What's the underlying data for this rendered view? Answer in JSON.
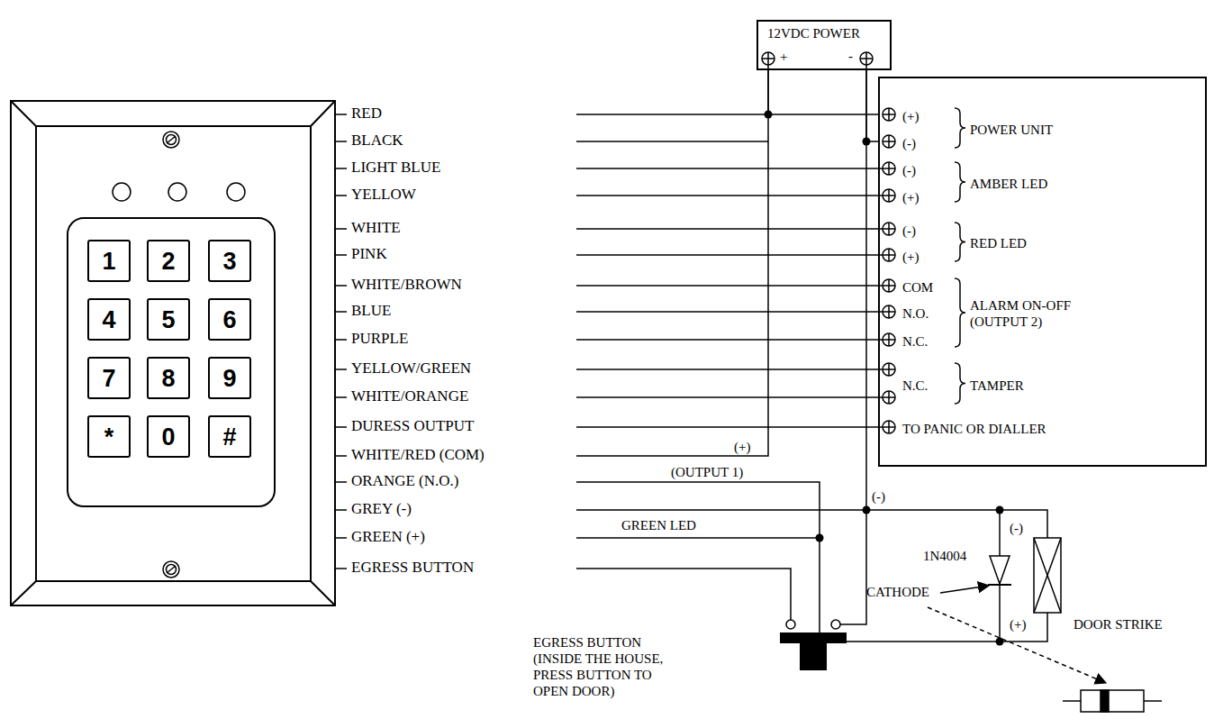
{
  "diagram": {
    "nodes": [
      {
        "text": [
          "12VDC POWER",
          "+",
          "-"
        ]
      },
      {
        "text": [
          "(+)",
          "(-)",
          "POWER UNIT",
          "(-)",
          "(+)",
          "AMBER LED",
          "(-)",
          "(+)",
          "RED LED",
          "COM",
          "N.O.",
          "N.C.",
          "ALARM ON-OFF (OUTPUT 2)",
          "N.C.",
          "TAMPER",
          "TO PANIC OR DIALLER"
        ]
      },
      {
        "text": [
          "1"
        ]
      },
      {
        "text": [
          "2"
        ]
      },
      {
        "text": [
          "3"
        ]
      },
      {
        "text": [
          "4"
        ]
      },
      {
        "text": [
          "5"
        ]
      },
      {
        "text": [
          "6"
        ]
      },
      {
        "text": [
          "7"
        ]
      },
      {
        "text": [
          "8"
        ]
      },
      {
        "text": [
          "9"
        ]
      },
      {
        "text": [
          "*"
        ]
      },
      {
        "text": [
          "0"
        ]
      },
      {
        "text": [
          "#"
        ]
      }
    ],
    "edges": [
      {
        "from": 0,
        "to": 1,
        "arrow": "none"
      },
      {
        "from": 0,
        "to": 1,
        "arrow": "none"
      }
    ],
    "labels": [
      "RED",
      "BLACK",
      "LIGHT BLUE",
      "YELLOW",
      "WHITE",
      "PINK",
      "WHITE/BROWN",
      "BLUE",
      "PURPLE",
      "YELLOW/GREEN",
      "WHITE/ORANGE",
      "DURESS OUTPUT",
      "WHITE/RED (COM)",
      "ORANGE (N.O.)",
      "GREY (-)",
      "GREEN (+)",
      "EGRESS BUTTON",
      "(+)",
      "(OUTPUT 1)",
      "GREEN LED",
      "(-)",
      "1N4004",
      "(-)",
      "CATHODE",
      "(+)",
      "DOOR STRIKE",
      "EGRESS BUTTON (INSIDE THE HOUSE, PRESS BUTTON TO OPEN DOOR)"
    ]
  }
}
